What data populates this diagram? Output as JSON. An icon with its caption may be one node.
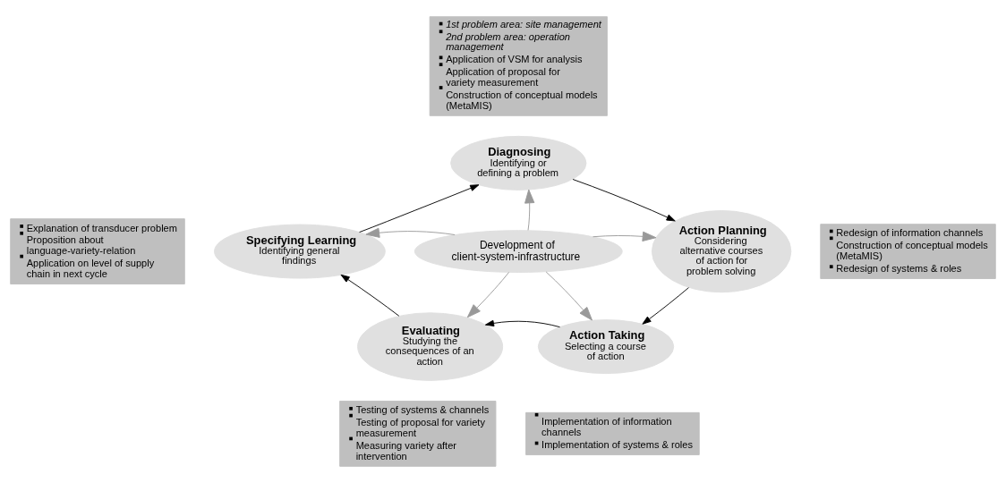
{
  "diagram": {
    "nodes": [
      {
        "text": [
          "1st problem area: site management",
          "2nd problem area: operation management",
          "Application of VSM for analysis",
          "Application of proposal for variety measurement",
          "Construction of conceptual models (MetaMIS)"
        ]
      },
      {
        "text": [
          "Diagnosing",
          "Identifying or defining a problem"
        ]
      },
      {
        "text": [
          "Explanation of transducer problem",
          "Proposition about language-variety-relation",
          "Application on level of supply chain in next cycle"
        ]
      },
      {
        "text": [
          "Specifying Learning",
          "Identifying general findings"
        ]
      },
      {
        "text": [
          "Action Planning",
          "Considering alternative courses of action for problem solving"
        ]
      },
      {
        "text": [
          "Redesign of information channels",
          "Construction of conceptual models (MetaMIS)",
          "Redesign of systems & roles"
        ]
      },
      {
        "text": [
          "Development of client-system-infrastructure"
        ]
      },
      {
        "text": [
          "Evaluating",
          "Studying the consequences of an action"
        ]
      },
      {
        "text": [
          "Action Taking",
          "Selecting a course of action"
        ]
      },
      {
        "text": [
          "Testing of systems & channels",
          "Testing of proposal for variety measurement",
          "Measuring variety after intervention"
        ]
      },
      {
        "text": [
          "Implementation of information channels",
          "Implementation of systems & roles"
        ]
      }
    ],
    "edges": [
      {
        "from": 1,
        "to": 4,
        "arrow": "to"
      },
      {
        "from": 4,
        "to": 8,
        "arrow": "to"
      },
      {
        "from": 8,
        "to": 7,
        "arrow": "to"
      },
      {
        "from": 7,
        "to": 3,
        "arrow": "to"
      },
      {
        "from": 3,
        "to": 1,
        "arrow": "to"
      },
      {
        "from": 6,
        "to": 1,
        "arrow": "to",
        "color": "#999999"
      },
      {
        "from": 6,
        "to": 4,
        "arrow": "to",
        "color": "#999999"
      },
      {
        "from": 6,
        "to": 8,
        "arrow": "to",
        "color": "#999999"
      },
      {
        "from": 6,
        "to": 7,
        "arrow": "to",
        "color": "#999999"
      },
      {
        "from": 6,
        "to": 3,
        "arrow": "to",
        "color": "#999999"
      }
    ]
  }
}
